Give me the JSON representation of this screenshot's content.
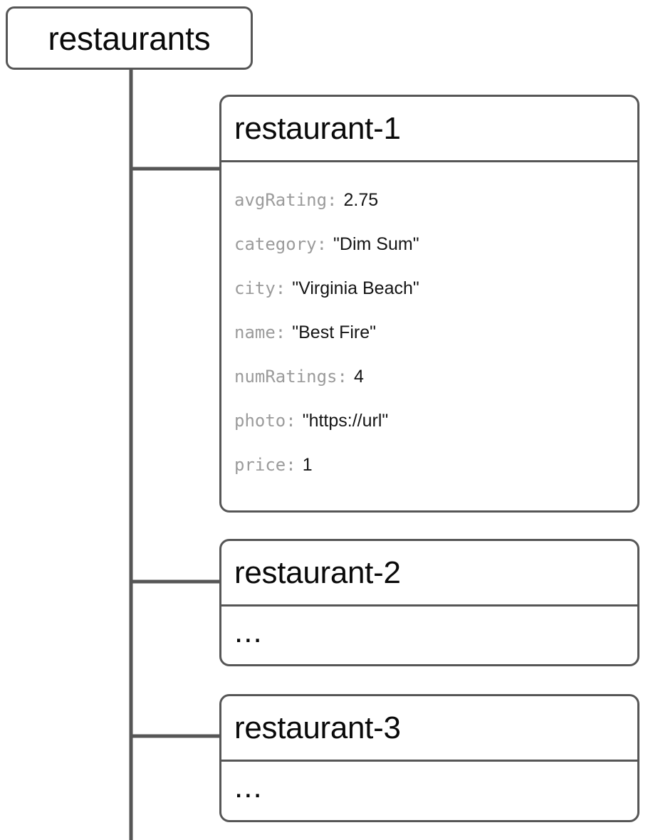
{
  "diagram": {
    "type": "database-hierarchy-tree",
    "colors": {
      "border": "#565656",
      "background": "#ffffff",
      "key_text": "#9b9b9b",
      "value_text": "#141414",
      "title_text": "#0a0a0a"
    }
  },
  "root": {
    "label": "restaurants"
  },
  "documents": [
    {
      "id": "restaurant-1",
      "title": "restaurant-1",
      "fields": [
        {
          "key": "avgRating:",
          "value": "2.75"
        },
        {
          "key": "category:",
          "value": "\"Dim Sum\""
        },
        {
          "key": "city:",
          "value": "\"Virginia Beach\""
        },
        {
          "key": "name:",
          "value": "\"Best Fire\""
        },
        {
          "key": "numRatings:",
          "value": "4"
        },
        {
          "key": "photo:",
          "value": "\"https://url\""
        },
        {
          "key": "price:",
          "value": "1"
        }
      ],
      "placeholder": ""
    },
    {
      "id": "restaurant-2",
      "title": "restaurant-2",
      "fields": [],
      "placeholder": "..."
    },
    {
      "id": "restaurant-3",
      "title": "restaurant-3",
      "fields": [],
      "placeholder": "..."
    }
  ]
}
